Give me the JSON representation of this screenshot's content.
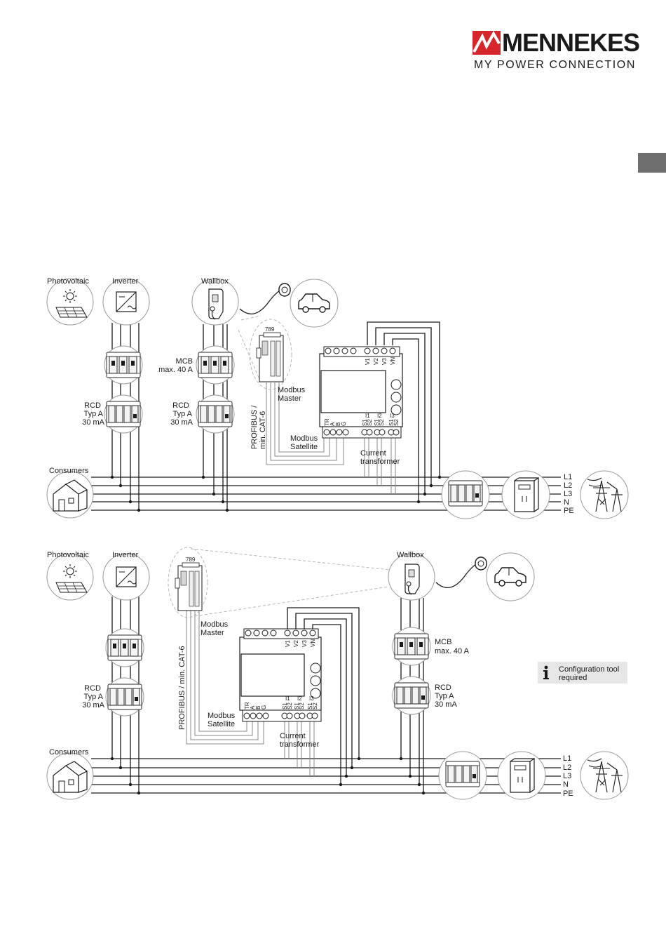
{
  "logo": {
    "brand": "MENNEKES",
    "tagline": "MY POWER CONNECTION",
    "accent": "#d7262b"
  },
  "diagram1": {
    "photovoltaic": "Photovoltaic",
    "inverter": "Inverter",
    "wallbox": "Wallbox",
    "meter_code": "789",
    "mcb": [
      "MCB",
      "max. 40 A"
    ],
    "rcd_left": [
      "RCD",
      "Typ A",
      "30 mA"
    ],
    "rcd_right": [
      "RCD",
      "Typ A",
      "30 mA"
    ],
    "modbus_master": [
      "Modbus",
      "Master"
    ],
    "modbus_satellite": [
      "Modbus",
      "Satellite"
    ],
    "profibus": [
      "PROFIBUS /",
      "min. CAT-6"
    ],
    "current_transformer": [
      "Current",
      "transformer"
    ],
    "consumers": "Consumers",
    "lines": [
      "L1",
      "L2",
      "L3",
      "N",
      "PE"
    ],
    "top_terminals": [
      "V1",
      "V2",
      "V3",
      "VN"
    ],
    "ct_labels": [
      "I1",
      "I2",
      "I3"
    ],
    "bottom_left_terms": [
      "TR",
      "A",
      "B",
      "G"
    ],
    "bottom_right_terms": [
      "S1",
      "S2",
      "S1",
      "S2",
      "S1",
      "S2"
    ]
  },
  "diagram2": {
    "photovoltaic": "Photovoltaic",
    "inverter": "Inverter",
    "wallbox": "Wallbox",
    "meter_code": "789",
    "mcb": [
      "MCB",
      "max. 40 A"
    ],
    "rcd_left": [
      "RCD",
      "Typ A",
      "30 mA"
    ],
    "rcd_right": [
      "RCD",
      "Typ A",
      "30 mA"
    ],
    "modbus_master": [
      "Modbus",
      "Master"
    ],
    "modbus_satellite": [
      "Modbus",
      "Satellite"
    ],
    "profibus": "PROFIBUS / min. CAT-6",
    "current_transformer": [
      "Current",
      "transformer"
    ],
    "consumers": "Consumers",
    "lines": [
      "L1",
      "L2",
      "L3",
      "N",
      "PE"
    ],
    "top_terminals": [
      "V1",
      "V2",
      "V3",
      "VN"
    ],
    "ct_labels": [
      "I1",
      "I2",
      "I3"
    ],
    "bottom_left_terms": [
      "TR",
      "A",
      "B",
      "G"
    ],
    "bottom_right_terms": [
      "S1",
      "S2",
      "S1",
      "S2",
      "S1",
      "S2"
    ],
    "info_note": [
      "Configuration tool",
      "required"
    ]
  }
}
